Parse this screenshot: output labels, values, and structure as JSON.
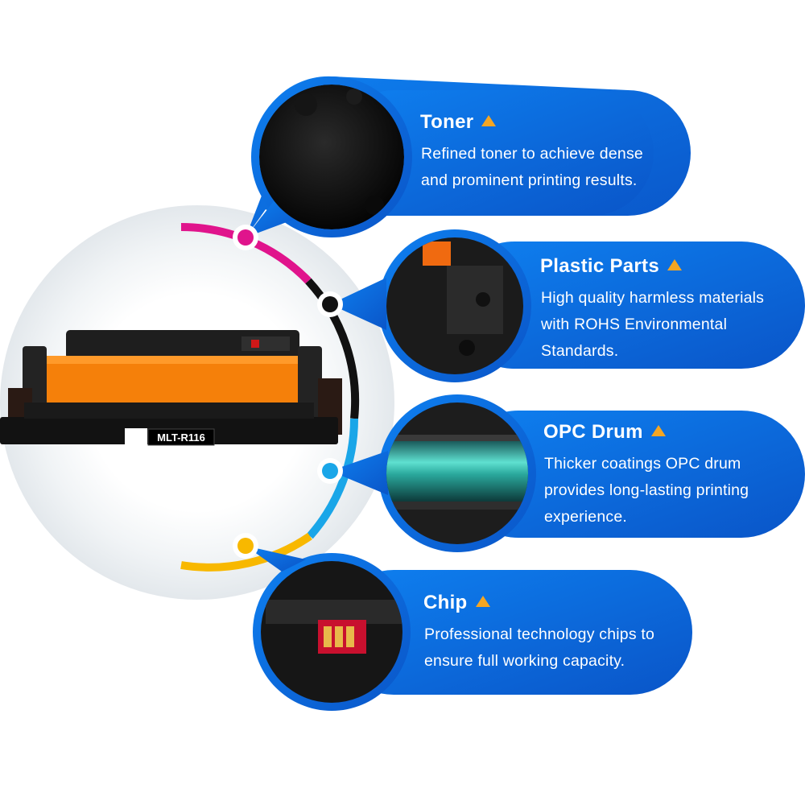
{
  "product": {
    "label": "MLT-R116"
  },
  "colors": {
    "bubble_blue": "#0a6fe0",
    "magenta": "#e0148c",
    "black": "#111111",
    "cyan": "#1aa6e8",
    "yellow": "#f8b800",
    "accent_triangle": "#f5a623"
  },
  "features": [
    {
      "title": "Toner",
      "icon": "toner-powder-photo",
      "lines": [
        "Refined toner to achieve dense",
        "and prominent printing results."
      ]
    },
    {
      "title": "Plastic Parts",
      "icon": "plastic-parts-photo",
      "lines": [
        "High quality harmless materials",
        "with ROHS Environmental",
        "Standards."
      ]
    },
    {
      "title": "OPC Drum",
      "icon": "opc-drum-photo",
      "lines": [
        "Thicker coatings OPC drum",
        "provides long-lasting printing",
        "experience."
      ]
    },
    {
      "title": "Chip",
      "icon": "chip-photo",
      "lines": [
        "Professional technology chips to",
        "ensure full working capacity."
      ]
    }
  ]
}
